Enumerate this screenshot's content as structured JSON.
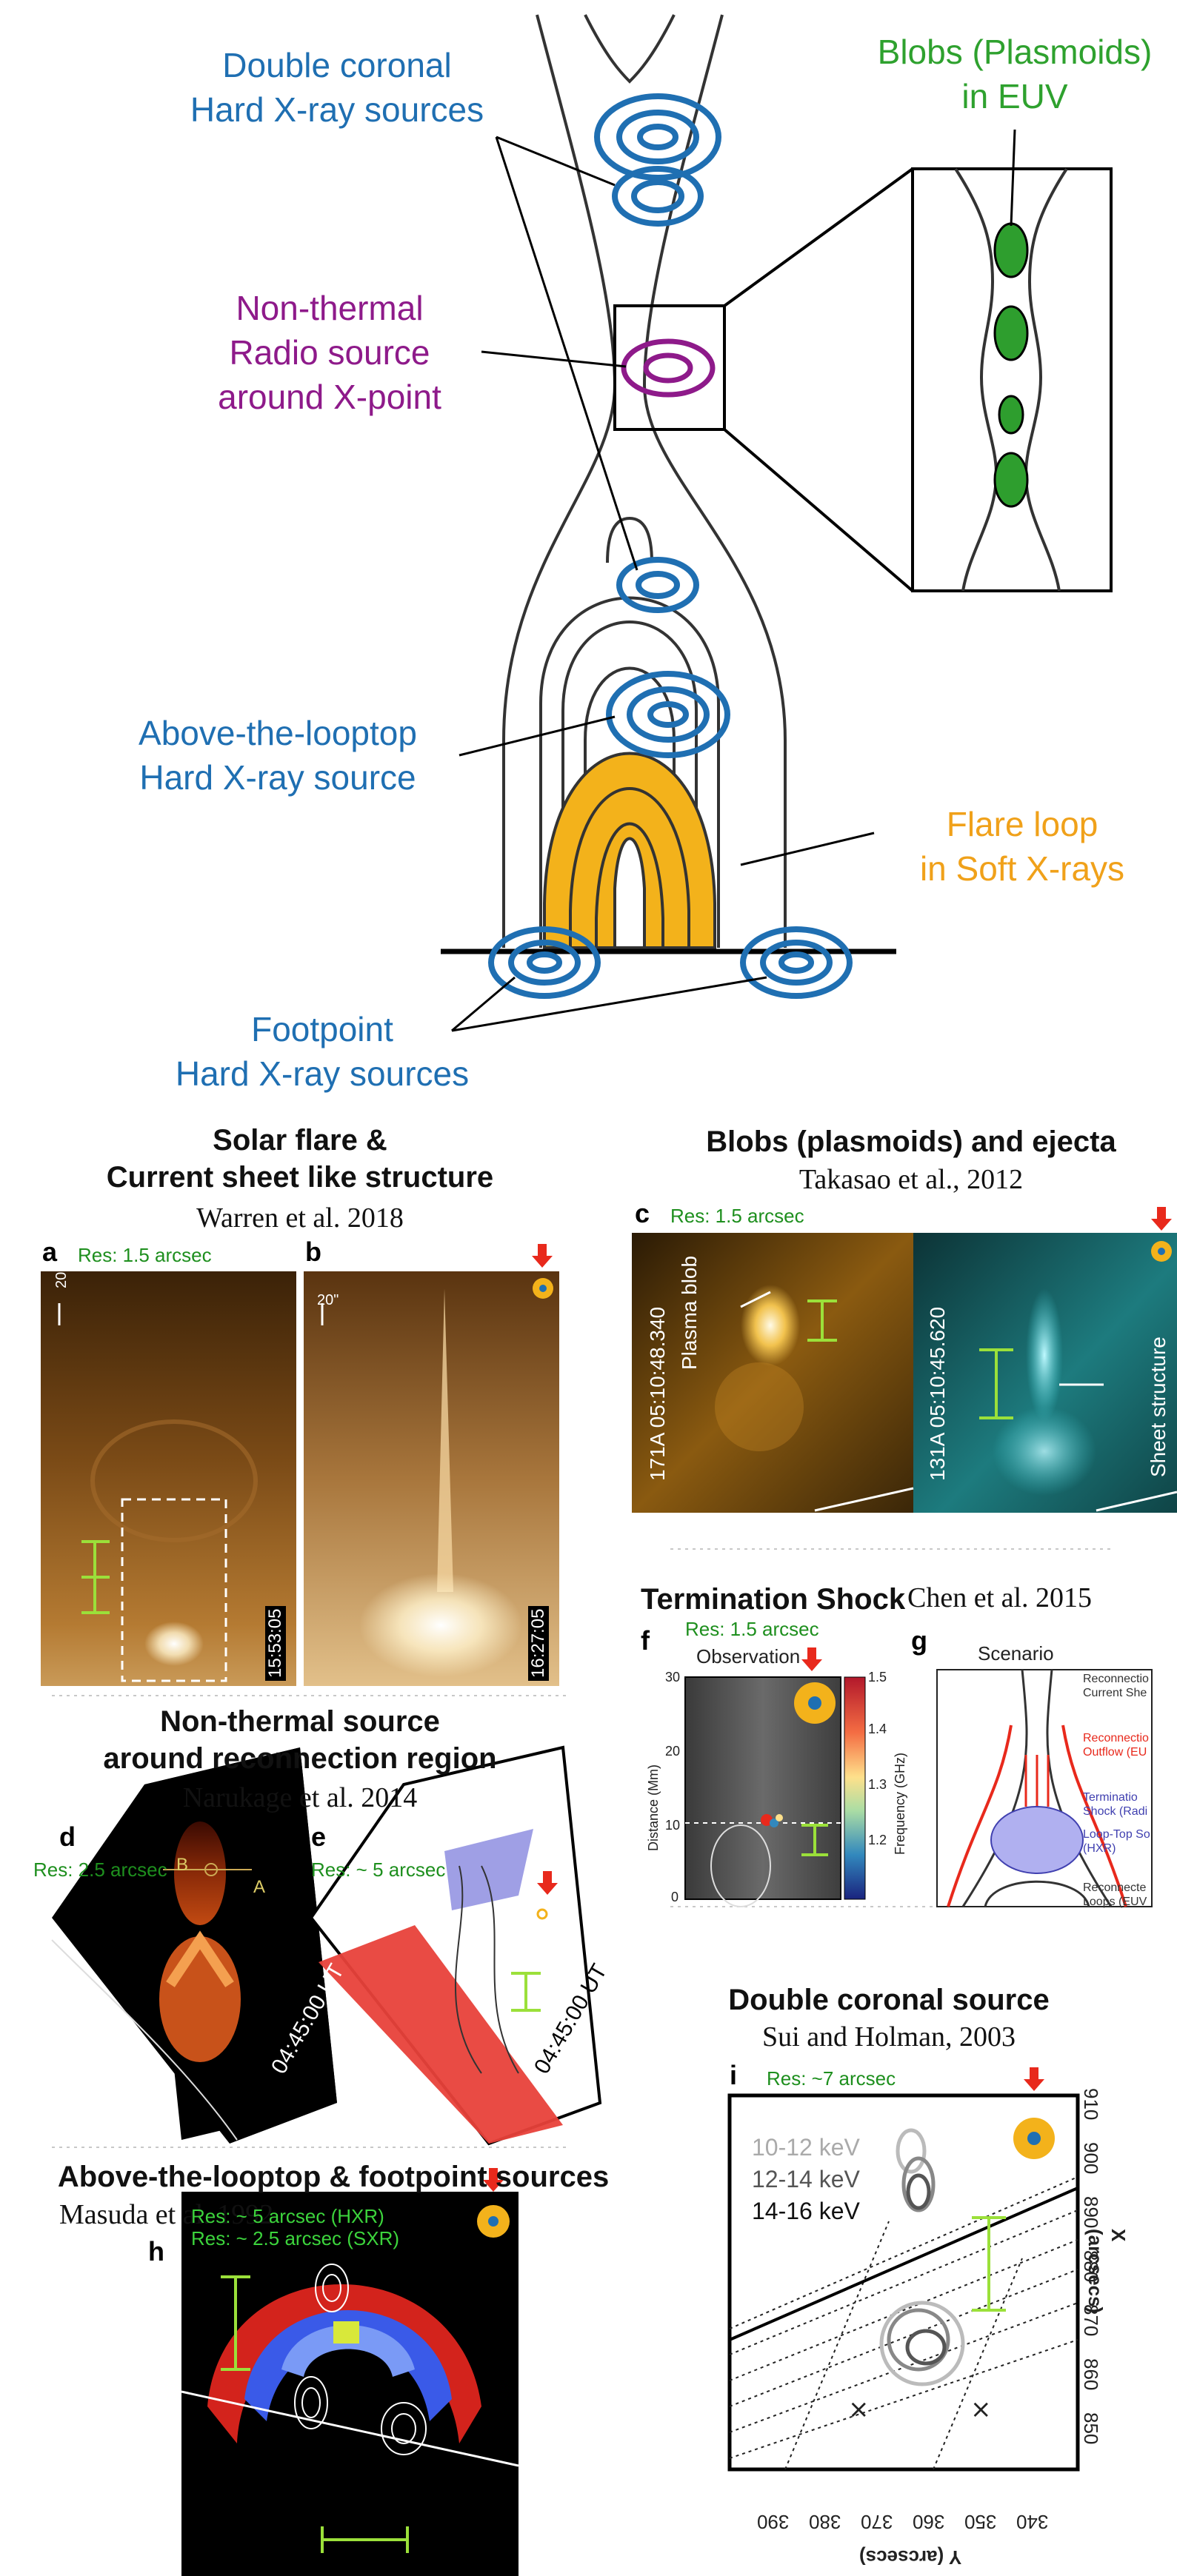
{
  "schematic": {
    "double_coronal": [
      "Double coronal",
      "Hard X-ray sources"
    ],
    "blobs": [
      "Blobs (Plasmoids)",
      "in EUV"
    ],
    "radio": [
      "Non-thermal",
      "Radio source",
      "around X-point"
    ],
    "above_looptop": [
      "Above-the-looptop",
      "Hard X-ray source"
    ],
    "flare_loop": [
      "Flare loop",
      "in Soft X-rays"
    ],
    "footpoint": [
      "Footpoint",
      "Hard X-ray sources"
    ]
  },
  "panels": {
    "warren": {
      "title": [
        "Solar flare &",
        "Current sheet like structure"
      ],
      "cite": "Warren et al. 2018",
      "label_a": "a",
      "label_b": "b",
      "res": "Res: 1.5 arcsec",
      "scale_a": "20\"",
      "scale_b": "20\"",
      "time_a": "15:53:05",
      "time_b": "16:27:05"
    },
    "takasao": {
      "title": "Blobs (plasmoids) and ejecta",
      "cite": "Takasao et al., 2012",
      "label": "c",
      "res": "Res: 1.5 arcsec",
      "left_stamp": "171A 05:10:48.340",
      "left_note": "Plasma blob",
      "right_stamp": "131A 05:10:45.620",
      "right_note": "Sheet structure"
    },
    "narukage": {
      "title": [
        "Non-thermal source",
        "around reconnection region"
      ],
      "cite": "Narukage et al. 2014",
      "label_d": "d",
      "label_e": "e",
      "res_d": "Res: 2.5 arcsec",
      "res_e": "Res: ~ 5 arcsec",
      "time": "04:45:00 UT",
      "mark_b": "B",
      "mark_a": "A"
    },
    "chen": {
      "title": "Termination Shock",
      "cite": "Chen et al. 2015",
      "label_f": "f",
      "label_g": "g",
      "res": "Res: 1.5 arcsec",
      "obs_title": "Observation",
      "scen_title": "Scenario",
      "ylabel": "Distance (Mm)",
      "yticks": [
        "30",
        "20",
        "10",
        "0"
      ],
      "cbar_label": "Frequency (GHz)",
      "cbar_ticks": [
        "1.5",
        "1.4",
        "1.3",
        "1.2"
      ],
      "scen_labels": [
        [
          "Reconnectio",
          "Current She"
        ],
        [
          "Reconnectio",
          "Outflow (EU"
        ],
        [
          "Terminatio",
          "Shock (Radi"
        ],
        [
          "Loop-Top So",
          "(HXR)"
        ],
        [
          "Reconnecte",
          "Loops (EUV"
        ]
      ]
    },
    "masuda": {
      "title": "Above-the-looptop & footpoint sources",
      "cite": "Masuda et al. 1992",
      "label": "h",
      "res_hxr": "Res: ~ 5 arcsec (HXR)",
      "res_sxr": "Res: ~ 2.5 arcsec (SXR)"
    },
    "sui": {
      "title": "Double coronal source",
      "cite": "Sui and Holman, 2003",
      "label": "i",
      "res": "Res: ~7 arcsec",
      "energies": [
        "10-12 keV",
        "12-14 keV",
        "14-16 keV"
      ],
      "xticks": [
        "910",
        "900",
        "890",
        "880",
        "870",
        "860",
        "850"
      ],
      "xlabel": "X (arcsecs)",
      "yticks": [
        "390",
        "380",
        "370",
        "360",
        "350",
        "340"
      ],
      "ylabel": "Y (arcsecs)"
    }
  },
  "colors": {
    "blue": "#1f6fb2",
    "purple": "#8e1a8a",
    "green": "#2ea12e",
    "orange": "#f0a11a",
    "marker_red": "#e8291c",
    "sun_yellow": "#f3b21b"
  }
}
